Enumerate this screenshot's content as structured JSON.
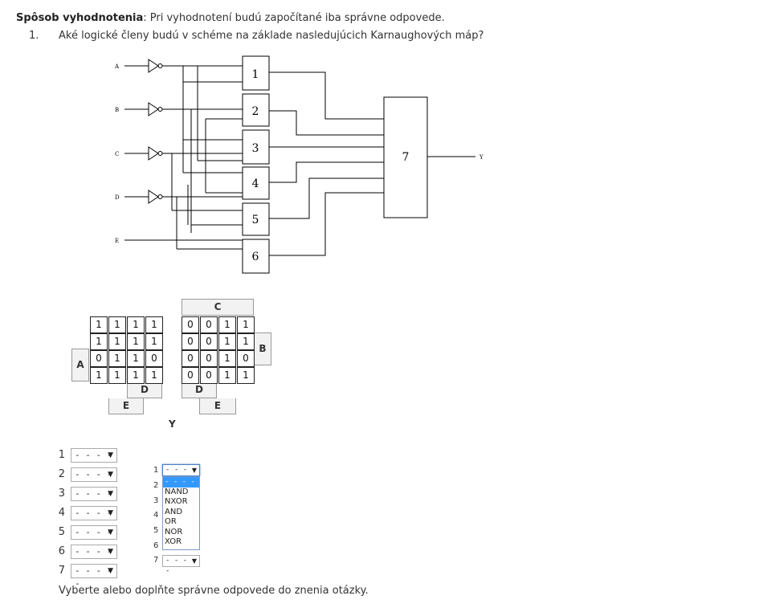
{
  "header": {
    "bold_label": "Spôsob vyhodnotenia",
    "rest": ": Pri vyhodnotení budú započítané iba správne odpovede."
  },
  "question": {
    "number": "1.",
    "text": "Aké logické členy budú v schéme na základe nasledujúcich Karnaughových máp?"
  },
  "schematic": {
    "inputs": [
      "A",
      "B",
      "C",
      "D",
      "E"
    ],
    "gates": [
      "1",
      "2",
      "3",
      "4",
      "5",
      "6"
    ],
    "output_gate": "7",
    "output": "Y"
  },
  "kmap": {
    "left_grid": [
      [
        "1",
        "1",
        "1",
        "1"
      ],
      [
        "1",
        "1",
        "1",
        "1"
      ],
      [
        "0",
        "1",
        "1",
        "0"
      ],
      [
        "1",
        "1",
        "1",
        "1"
      ]
    ],
    "right_grid": [
      [
        "0",
        "0",
        "1",
        "1"
      ],
      [
        "0",
        "0",
        "1",
        "1"
      ],
      [
        "0",
        "0",
        "1",
        "0"
      ],
      [
        "0",
        "0",
        "1",
        "1"
      ]
    ],
    "labels": {
      "A": "A",
      "B": "B",
      "C": "C",
      "D1": "D",
      "D2": "D",
      "E1": "E",
      "E2": "E"
    },
    "output_label": "Y"
  },
  "answers": {
    "rows": [
      "1",
      "2",
      "3",
      "4",
      "5",
      "6",
      "7"
    ],
    "placeholder": "- - - - -"
  },
  "popup": {
    "rows": [
      "1",
      "2",
      "3",
      "4",
      "5",
      "6",
      "7"
    ],
    "selected": "- - - - -",
    "options": [
      "- - - - -",
      "NAND",
      "NXOR",
      "AND",
      "OR",
      "NOR",
      "XOR"
    ]
  },
  "footer": "Vyberte alebo doplňte správne odpovede do znenia otázky."
}
